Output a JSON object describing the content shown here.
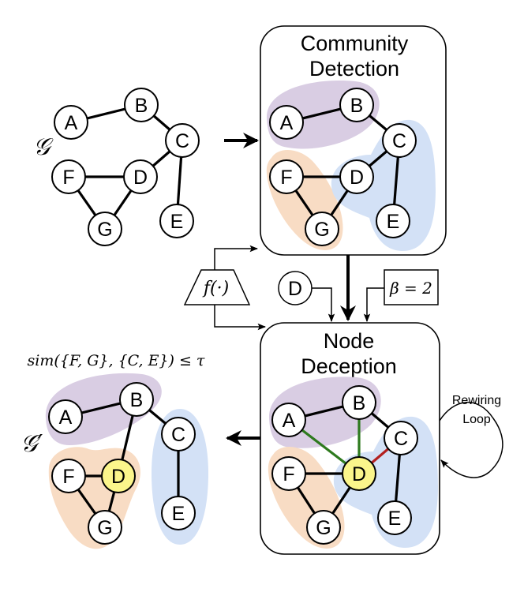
{
  "colors": {
    "community_purple": "#d9cde3",
    "community_orange": "#f8dcc4",
    "community_blue": "#d3e1f6",
    "target_node": "#fbf58b",
    "added_edge": "#2e7a1e",
    "removed_edge": "#b32020"
  },
  "labels": {
    "graph_symbol": "𝒢",
    "graph_prime_symbol": "𝒢′",
    "community_title_line1": "Community",
    "community_title_line2": "Detection",
    "deception_title_line1": "Node",
    "deception_title_line2": "Deception",
    "function_label": "f(·)",
    "target_node_label": "D",
    "budget_label": "β = 2",
    "similarity_constraint": "sim({F, G}, {C, E}) ≤ τ",
    "loop_line1": "Rewiring",
    "loop_line2": "Loop"
  },
  "nodes": [
    "A",
    "B",
    "C",
    "D",
    "E",
    "F",
    "G"
  ],
  "graphs": {
    "original": {
      "edges": [
        [
          "A",
          "B"
        ],
        [
          "B",
          "C"
        ],
        [
          "C",
          "D"
        ],
        [
          "C",
          "E"
        ],
        [
          "F",
          "D"
        ],
        [
          "F",
          "G"
        ],
        [
          "D",
          "G"
        ]
      ]
    },
    "community_detection": {
      "edges": [
        [
          "A",
          "B"
        ],
        [
          "B",
          "C"
        ],
        [
          "C",
          "D"
        ],
        [
          "C",
          "E"
        ],
        [
          "F",
          "D"
        ],
        [
          "F",
          "G"
        ],
        [
          "D",
          "G"
        ]
      ],
      "communities": [
        {
          "name": "purple",
          "members": [
            "A",
            "B"
          ]
        },
        {
          "name": "orange",
          "members": [
            "F",
            "G"
          ]
        },
        {
          "name": "blue",
          "members": [
            "C",
            "D",
            "E"
          ]
        }
      ]
    },
    "node_deception": {
      "edges": [
        [
          "A",
          "B"
        ],
        [
          "B",
          "C"
        ],
        [
          "C",
          "E"
        ],
        [
          "F",
          "D"
        ],
        [
          "F",
          "G"
        ],
        [
          "D",
          "G"
        ]
      ],
      "added_edges": [
        [
          "A",
          "D"
        ],
        [
          "B",
          "D"
        ]
      ],
      "removed_edges": [
        [
          "D",
          "C"
        ]
      ],
      "target": "D"
    },
    "perturbed": {
      "edges": [
        [
          "A",
          "B"
        ],
        [
          "B",
          "C"
        ],
        [
          "B",
          "D"
        ],
        [
          "C",
          "E"
        ],
        [
          "F",
          "D"
        ],
        [
          "F",
          "G"
        ],
        [
          "D",
          "G"
        ]
      ],
      "communities": [
        {
          "name": "purple",
          "members": [
            "A",
            "B"
          ]
        },
        {
          "name": "orange",
          "members": [
            "F",
            "G",
            "D"
          ]
        },
        {
          "name": "blue",
          "members": [
            "C",
            "E"
          ]
        }
      ],
      "target": "D"
    }
  }
}
